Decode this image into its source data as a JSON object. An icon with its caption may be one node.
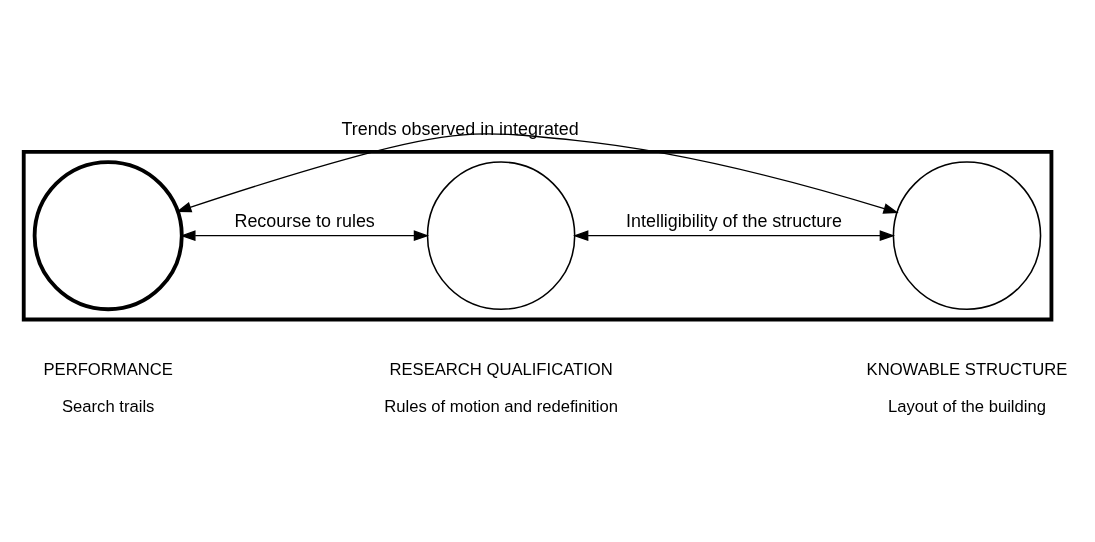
{
  "diagram": {
    "nodes": [
      {
        "text": [],
        "shape": "box"
      },
      {
        "text": [],
        "shape": "circle",
        "in": 0,
        "beside": [
          "PERFORMANCE",
          "Search trails"
        ]
      },
      {
        "text": [],
        "shape": "circle",
        "in": 0,
        "beside": [
          "RESEARCH QUALIFICATION",
          "Rules of motion and redefinition"
        ]
      },
      {
        "text": [],
        "shape": "circle",
        "in": 0,
        "beside": [
          "KNOWABLE STRUCTURE",
          "Layout of the building"
        ]
      }
    ],
    "edges": [
      {
        "from": 1,
        "to": 3,
        "arrow": "both",
        "label": "Trends observed in integrated"
      },
      {
        "from": 1,
        "to": 2,
        "arrow": "both",
        "label": "Recourse to rules"
      },
      {
        "from": 2,
        "to": 3,
        "arrow": "both",
        "label": "Intelligibility of the structure"
      }
    ]
  }
}
